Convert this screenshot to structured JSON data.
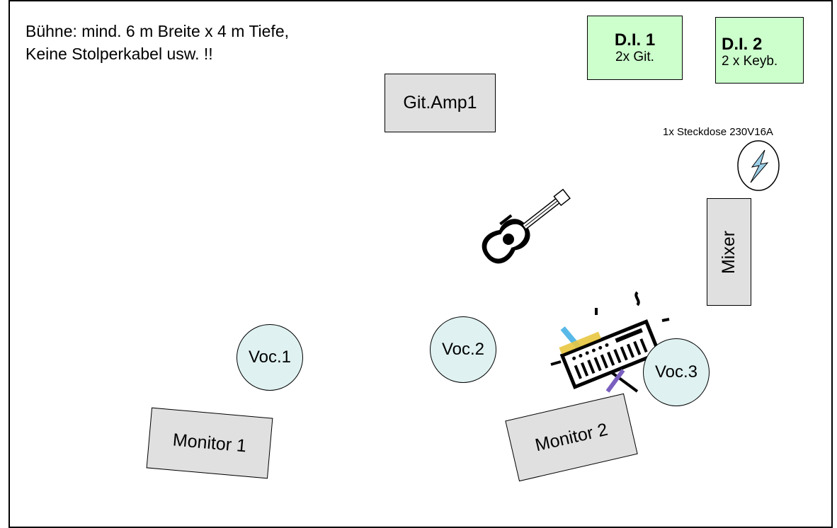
{
  "note": {
    "line1": "Bühne: mind. 6 m Breite x 4 m Tiefe,",
    "line2": "Keine Stolperkabel usw. !!"
  },
  "di1": {
    "title": "D.I. 1",
    "sub": "2x Git."
  },
  "di2": {
    "title": "D.I. 2",
    "sub": "2 x Keyb."
  },
  "amp": {
    "label": "Git.Amp1"
  },
  "socket": {
    "label": "1x Steckdose 230V16A"
  },
  "mixer": {
    "label": "Mixer"
  },
  "vocals": {
    "voc1": "Voc.1",
    "voc2": "Voc.2",
    "voc3": "Voc.3"
  },
  "monitors": {
    "m1": "Monitor 1",
    "m2": "Monitor 2"
  },
  "colors": {
    "di_fill": "#ccffcc",
    "equipment_fill": "#e0e0e0",
    "mic_fill": "#dff1f1"
  }
}
